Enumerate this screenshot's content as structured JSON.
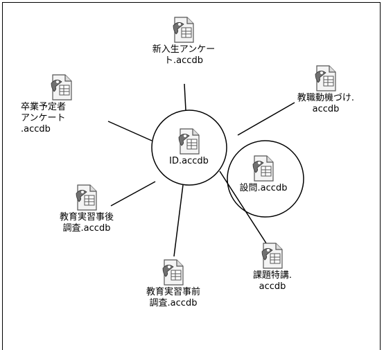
{
  "center": {
    "label": "ID.accdb"
  },
  "nodes": [
    {
      "id": "shinnyusei",
      "label": "新入生アンケー\nト.accdb"
    },
    {
      "id": "kyoshoku",
      "label": "教職動機づけ.\naccdb"
    },
    {
      "id": "setsumon",
      "label": "設問.accdb"
    },
    {
      "id": "kadai",
      "label": "課題特講.\naccdb"
    },
    {
      "id": "jishu-mae",
      "label": "教育実習事前\n調査.accdb"
    },
    {
      "id": "jishu-go",
      "label": "教育実習事後\n調査.accdb"
    },
    {
      "id": "sotsugyo",
      "label": "卒業予定者\nアンケート\n.accdb"
    }
  ],
  "icon": "access-database-file-icon"
}
